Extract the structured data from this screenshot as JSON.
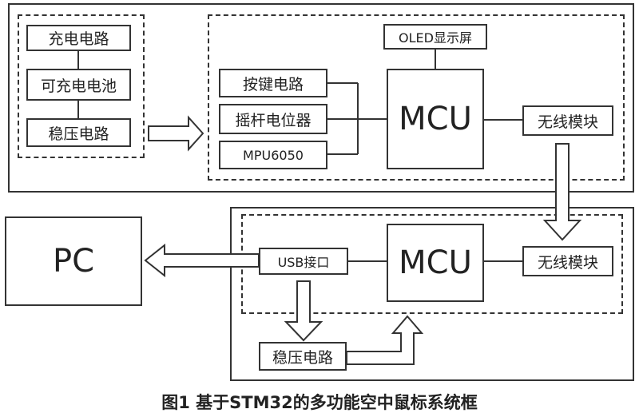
{
  "blocks": {
    "charge_circuit": "充电电路",
    "rechargeable_battery": "可充电电池",
    "regulator_top": "稳压电路",
    "key_circuit": "按键电路",
    "joystick_pot": "摇杆电位器",
    "mpu": "MPU6050",
    "oled": "OLED显示屏",
    "mcu_top": "MCU",
    "wireless_top": "无线模块",
    "pc": "PC",
    "usb": "USB接口",
    "mcu_bottom": "MCU",
    "wireless_bottom": "无线模块",
    "regulator_bottom": "稳压电路"
  },
  "caption": "图1  基于STM32的多功能空中鼠标系统框"
}
